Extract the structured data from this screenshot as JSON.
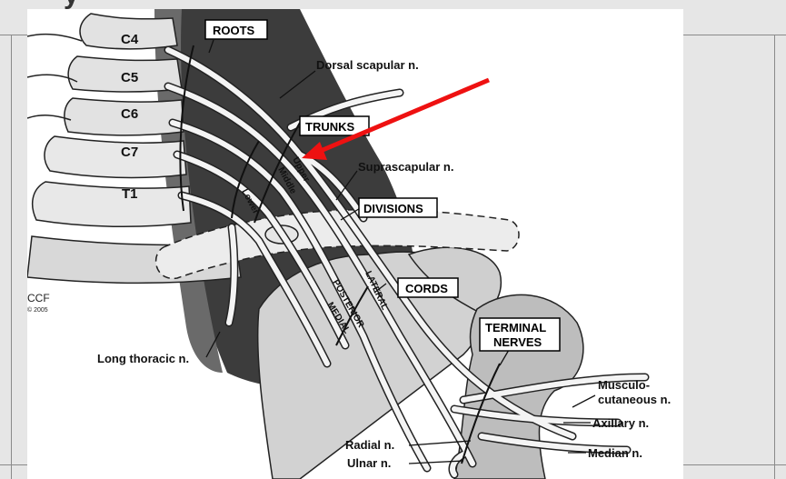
{
  "slide": {
    "title_fragment": "y"
  },
  "diagram": {
    "vertebrae": [
      "C4",
      "C5",
      "C6",
      "C7",
      "T1"
    ],
    "boxes": {
      "roots": "ROOTS",
      "trunks": "TRUNKS",
      "divisions": "DIVISIONS",
      "cords": "CORDS",
      "terminal_line1": "TERMINAL",
      "terminal_line2": "NERVES"
    },
    "trunk_labels": {
      "upper": "Upper",
      "middle": "Middle",
      "lower": "Lower"
    },
    "cord_labels": {
      "lateral": "LATERAL",
      "posterior": "POSTERIOR",
      "medial": "MEDIAL"
    },
    "nerves": {
      "dorsal_scapular": "Dorsal scapular n.",
      "suprascapular": "Suprascapular n.",
      "long_thoracic": "Long thoracic n.",
      "musculo_line1": "Musculo-",
      "musculo_line2": "cutaneous n.",
      "axillary": "Axillary n.",
      "median": "Median n.",
      "radial": "Radial n.",
      "ulnar": "Ulnar n."
    },
    "credit": {
      "org": "CCF",
      "year": "© 2005"
    },
    "colors": {
      "arrow": "#ee1111",
      "shadow": "#3a3a3a",
      "bone": "#c9c9c9"
    }
  }
}
